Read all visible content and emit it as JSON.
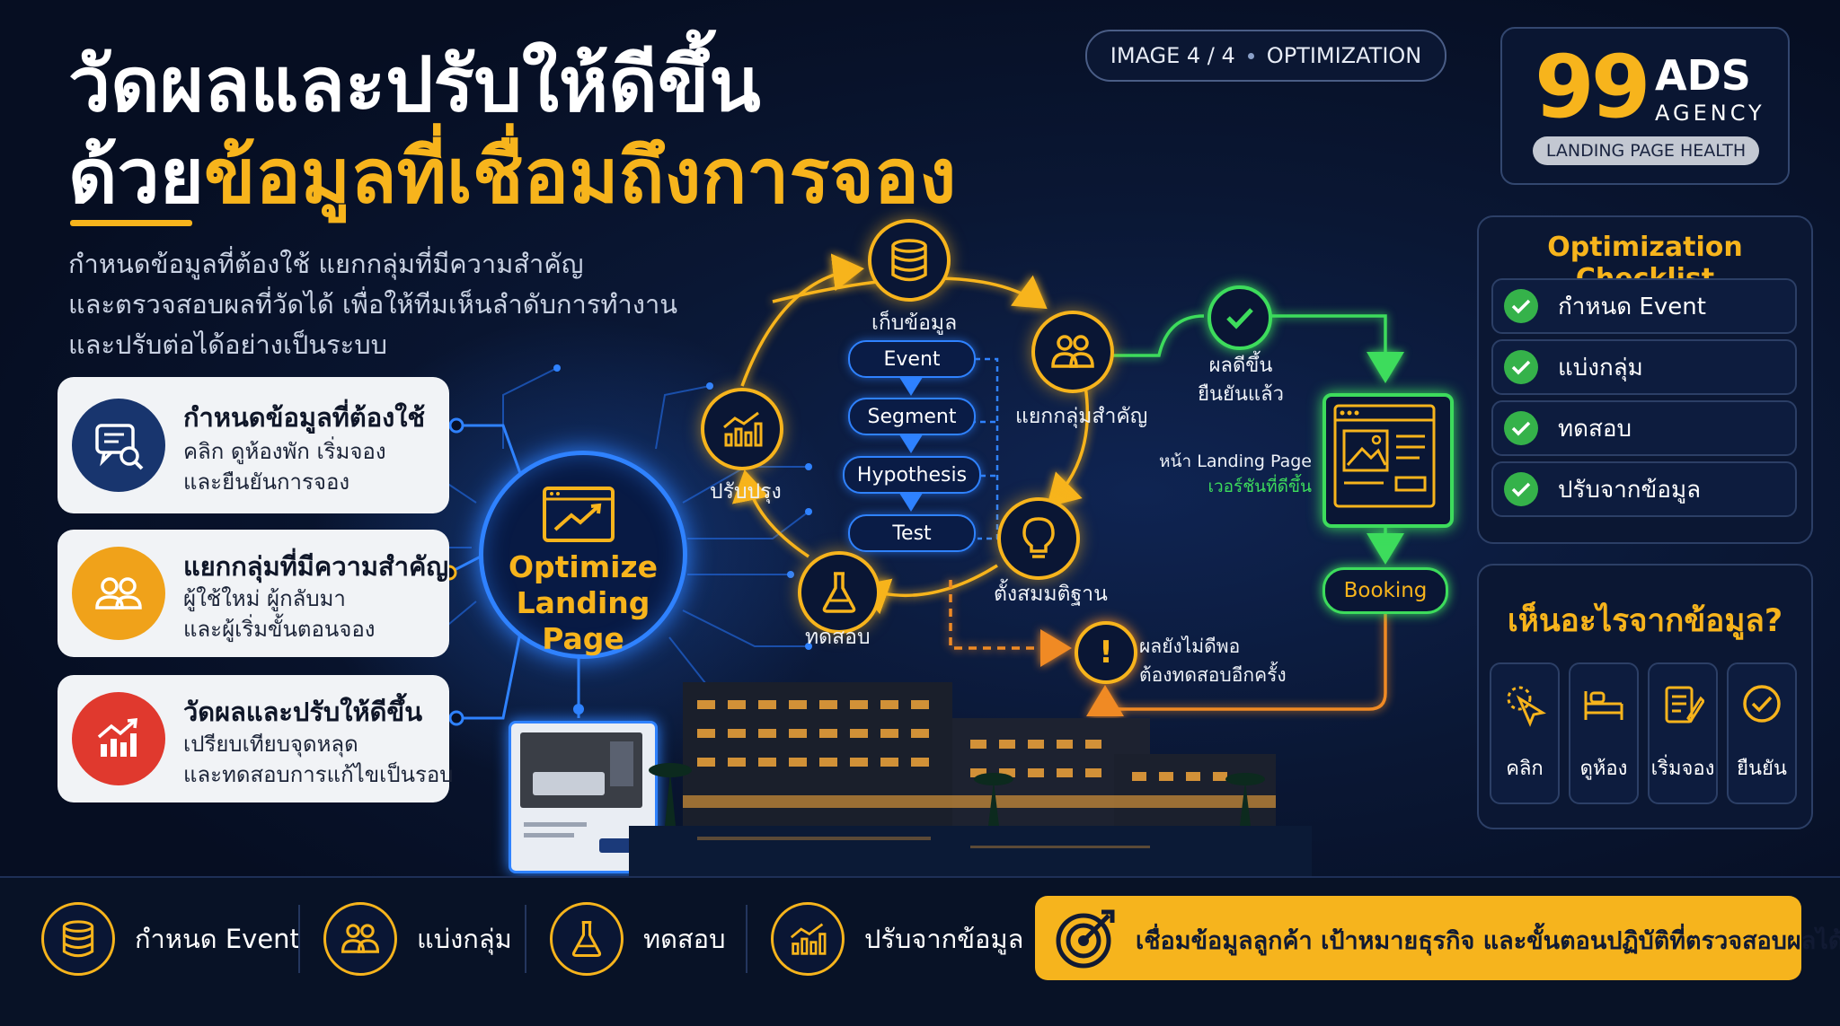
{
  "header": {
    "title_line1": "วัดผลและปรับให้ดีขึ้น",
    "title_line2_white": "ด้วย",
    "title_line2_yellow": "ข้อมูลที่เชื่อมถึงการจอง",
    "subtitle_lines": [
      "กำหนดข้อมูลที่ต้องใช้ แยกกลุ่มที่มีความสำคัญ",
      "และตรวจสอบผลที่วัดได้ เพื่อให้ทีมเห็นลำดับการทำงาน",
      "และปรับต่อได้อย่างเป็นระบบ"
    ]
  },
  "image_tag": {
    "left": "IMAGE 4 / 4",
    "right": "OPTIMIZATION"
  },
  "logo": {
    "number": "99",
    "name": "ADS",
    "sub": "AGENCY",
    "badge": "LANDING PAGE HEALTH"
  },
  "cards": [
    {
      "title": "กำหนดข้อมูลที่ต้องใช้",
      "desc": [
        "คลิก ดูห้องพัก เริ่มจอง",
        "และยืนยันการจอง"
      ],
      "color": "#18356e",
      "icon": "chat-search-icon"
    },
    {
      "title": "แยกกลุ่มที่มีความสำคัญ",
      "desc": [
        "ผู้ใช้ใหม่ ผู้กลับมา",
        "และผู้เริ่มขั้นตอนจอง"
      ],
      "color": "#f0a21a",
      "icon": "users-icon"
    },
    {
      "title": "วัดผลและปรับให้ดีขึ้น",
      "desc": [
        "เปรียบเทียบจุดหลุด",
        "และทดสอบการแก้ไขเป็นรอบ"
      ],
      "color": "#e0392e",
      "icon": "chart-up-icon"
    }
  ],
  "center": {
    "title_line1": "Optimize",
    "title_line2": "Landing Page"
  },
  "cycle": {
    "collect": "เก็บข้อมูล",
    "segment": "แยกกลุ่มสำคัญ",
    "hypothesis": "ตั้งสมมติฐาน",
    "test": "ทดสอบ",
    "improve": "ปรับปรุง"
  },
  "flow_steps": [
    "Event",
    "Segment",
    "Hypothesis",
    "Test"
  ],
  "result_path": {
    "good_line1": "ผลดีขึ้น",
    "good_line2": "ยืนยันแล้ว",
    "landing_line1": "หน้า Landing Page",
    "landing_line2": "เวอร์ชันที่ดีขึ้น",
    "booking": "Booking",
    "bad_line1": "ผลยังไม่ดีพอ",
    "bad_line2": "ต้องทดสอบอีกครั้ง"
  },
  "checklist": {
    "title": "Optimization Checklist",
    "items": [
      "กำหนด Event",
      "แบ่งกลุ่ม",
      "ทดสอบ",
      "ปรับจากข้อมูล"
    ]
  },
  "insights": {
    "title": "เห็นอะไรจากข้อมูล?",
    "items": [
      {
        "label": "คลิก",
        "icon": "click-icon"
      },
      {
        "label": "ดูห้อง",
        "icon": "bed-icon"
      },
      {
        "label": "เริ่มจอง",
        "icon": "form-icon"
      },
      {
        "label": "ยืนยัน",
        "icon": "check-circle-icon"
      }
    ]
  },
  "bottom_bar": {
    "items": [
      {
        "label": "กำหนด Event",
        "icon": "database-icon"
      },
      {
        "label": "แบ่งกลุ่ม",
        "icon": "users-icon"
      },
      {
        "label": "ทดสอบ",
        "icon": "flask-icon"
      },
      {
        "label": "ปรับจากข้อมูล",
        "icon": "chart-up-icon"
      }
    ],
    "banner": "เชื่อมข้อมูลลูกค้า เป้าหมายธุรกิจ และขั้นตอนปฏิบัติที่ตรวจสอบผลได้"
  },
  "colors": {
    "accent": "#f7b41c",
    "blue": "#2f82ff",
    "green": "#3ddc5c",
    "orange": "#f08a24",
    "bg": "#071026"
  }
}
